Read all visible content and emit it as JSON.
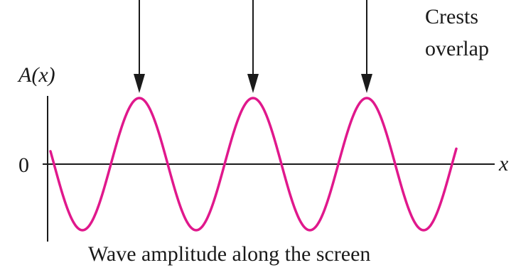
{
  "diagram": {
    "annotation_line1": "Crests",
    "annotation_line2": "overlap",
    "y_axis_label": "A(x)",
    "x_axis_label": "x",
    "origin_label": "0",
    "caption": "Wave amplitude along the screen",
    "crest_count": 3
  },
  "colors": {
    "wave": "#e0188c",
    "axis": "#1a1a1a",
    "arrow": "#1a1a1a",
    "text": "#1a1a1a",
    "background": "#ffffff"
  }
}
